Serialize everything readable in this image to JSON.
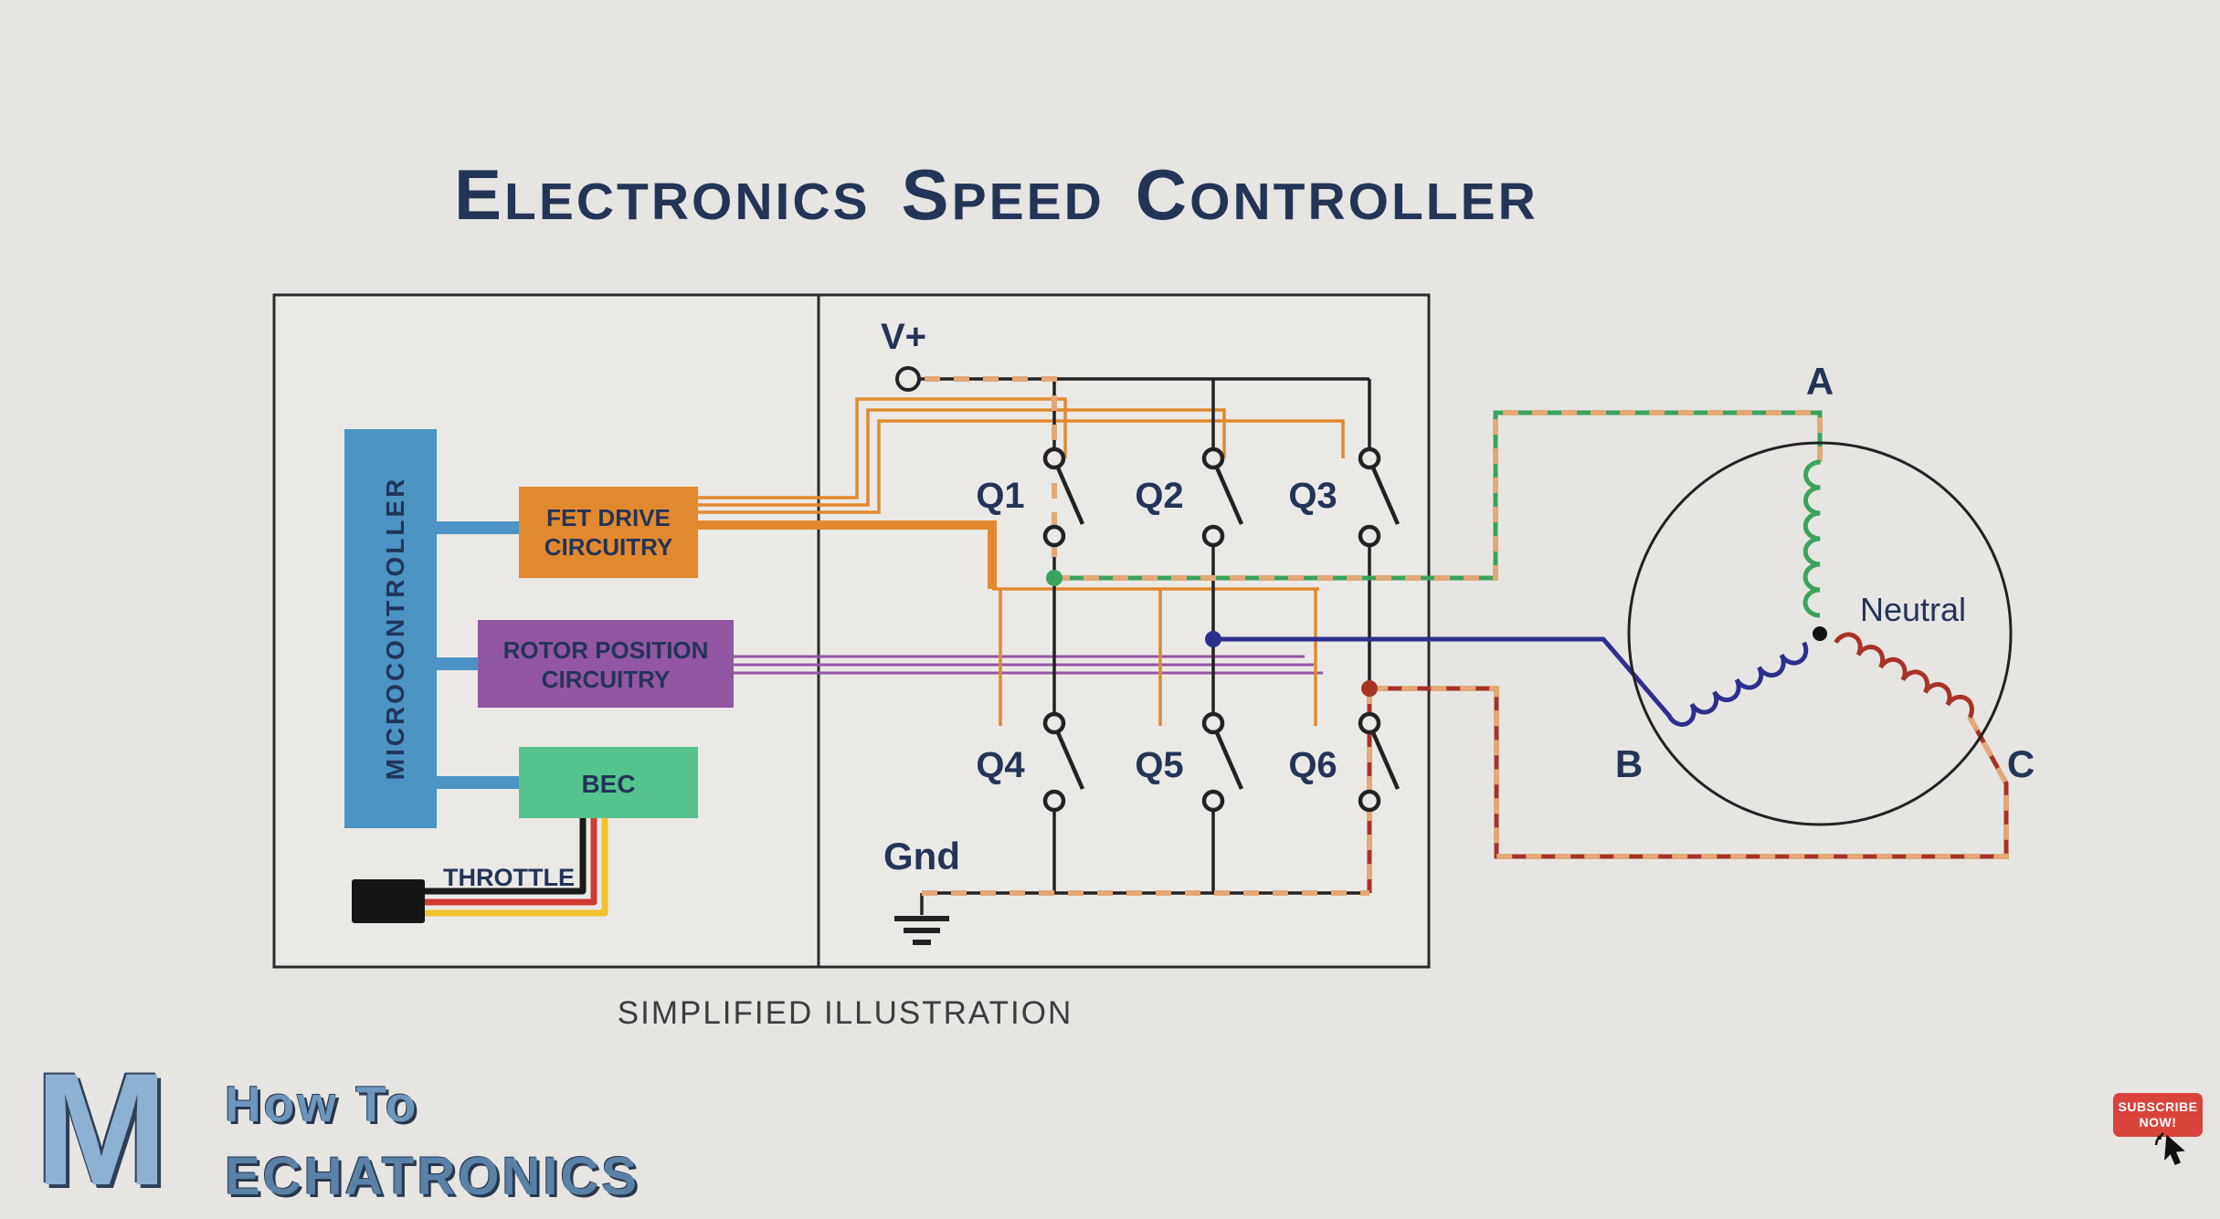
{
  "colors": {
    "background": "#e7e5e2",
    "panel_fill": "#ebe9e6",
    "outline": "#2b2b2b",
    "navy": "#233457",
    "blue": "#4b94c4",
    "orange": "#e2892f",
    "purple": "#9356a2",
    "green": "#56c28e",
    "phase_a_green": "#3aa35c",
    "phase_b_blue": "#2d2f8f",
    "phase_c_red": "#a93226",
    "dash_tan": "#e3a876",
    "q6_orange": "#d4552b",
    "wire_black": "#222222",
    "throttle_red": "#d03a30",
    "throttle_yellow": "#f2c12e",
    "subscribe_red": "#d8433c",
    "logo_blue": "#8cb1d3"
  },
  "title": {
    "words": [
      {
        "first": "E",
        "rest": "LECTRONICS"
      },
      {
        "first": "S",
        "rest": "PEED"
      },
      {
        "first": "C",
        "rest": "ONTROLLER"
      }
    ]
  },
  "caption": "SIMPLIFIED ILLUSTRATION",
  "controller": {
    "microcontroller": "MICROCONTROLLER",
    "fet_line1": "FET DRIVE",
    "fet_line2": "CIRCUITRY",
    "rotor_line1": "ROTOR POSITION",
    "rotor_line2": "CIRCUITRY",
    "bec": "BEC",
    "throttle": "THROTTLE"
  },
  "bridge": {
    "v_plus": "V+",
    "gnd": "Gnd",
    "q1": "Q1",
    "q2": "Q2",
    "q3": "Q3",
    "q4": "Q4",
    "q5": "Q5",
    "q6": "Q6"
  },
  "motor": {
    "phase_a": "A",
    "phase_b": "B",
    "phase_c": "C",
    "neutral": "Neutral"
  },
  "branding": {
    "logo_letter": "M",
    "line1": "How To",
    "line2": "ECHATRONICS"
  },
  "subscribe": {
    "line1": "SUBSCRIBE",
    "line2": "NOW!"
  }
}
